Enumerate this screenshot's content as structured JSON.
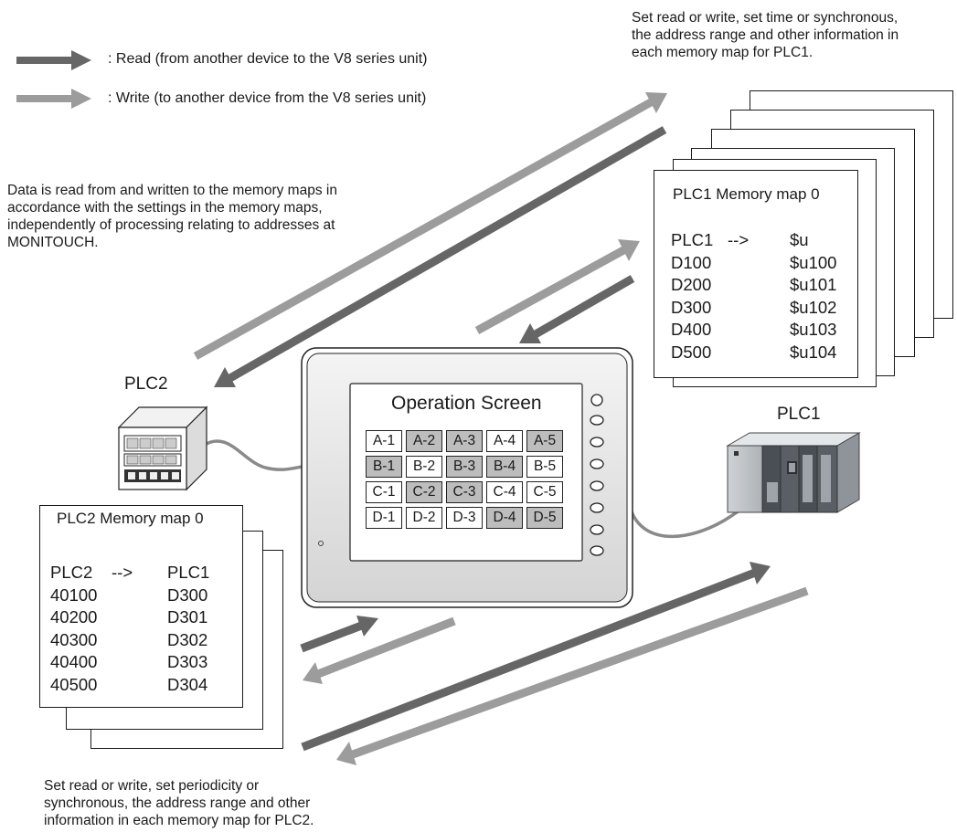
{
  "legend": {
    "read_label": ": Read (from another device to the V8 series unit)",
    "write_label": ": Write (to another device from the V8 series unit)",
    "read_color": "#666666",
    "write_color": "#9c9c9c"
  },
  "notes": {
    "plc1_settings": "Set read or write, set time or synchronous,\nthe address range and other information in\neach memory map for PLC1.",
    "independence": "Data is read from and written to the memory maps in\naccordance with the settings in the memory maps,\nindependently of processing relating to addresses at\nMONITOUCH.",
    "plc2_settings": "Set read or write, set periodicity or\nsynchronous, the address range and other\ninformation in each memory map for PLC2."
  },
  "devices": {
    "plc2_label": "PLC2",
    "plc1_label": "PLC1"
  },
  "plc1_memory_map": {
    "title": "PLC1 Memory map 0",
    "header": [
      "PLC1",
      "-->",
      "$u"
    ],
    "rows": [
      [
        "D100",
        "$u100"
      ],
      [
        "D200",
        "$u101"
      ],
      [
        "D300",
        "$u102"
      ],
      [
        "D400",
        "$u103"
      ],
      [
        "D500",
        "$u104"
      ]
    ]
  },
  "plc2_memory_map": {
    "title": "PLC2 Memory map 0",
    "header": [
      "PLC2",
      "-->",
      "PLC1"
    ],
    "rows": [
      [
        "40100",
        "D300"
      ],
      [
        "40200",
        "D301"
      ],
      [
        "40300",
        "D302"
      ],
      [
        "40400",
        "D303"
      ],
      [
        "40500",
        "D304"
      ]
    ]
  },
  "operation_screen": {
    "title": "Operation Screen",
    "keys": [
      {
        "label": "A-1",
        "shaded": false
      },
      {
        "label": "A-2",
        "shaded": true
      },
      {
        "label": "A-3",
        "shaded": true
      },
      {
        "label": "A-4",
        "shaded": false
      },
      {
        "label": "A-5",
        "shaded": true
      },
      {
        "label": "B-1",
        "shaded": true
      },
      {
        "label": "B-2",
        "shaded": false
      },
      {
        "label": "B-3",
        "shaded": true
      },
      {
        "label": "B-4",
        "shaded": true
      },
      {
        "label": "B-5",
        "shaded": false
      },
      {
        "label": "C-1",
        "shaded": false
      },
      {
        "label": "C-2",
        "shaded": true
      },
      {
        "label": "C-3",
        "shaded": true
      },
      {
        "label": "C-4",
        "shaded": false
      },
      {
        "label": "C-5",
        "shaded": false
      },
      {
        "label": "D-1",
        "shaded": false
      },
      {
        "label": "D-2",
        "shaded": false
      },
      {
        "label": "D-3",
        "shaded": false
      },
      {
        "label": "D-4",
        "shaded": true
      },
      {
        "label": "D-5",
        "shaded": true
      }
    ]
  }
}
